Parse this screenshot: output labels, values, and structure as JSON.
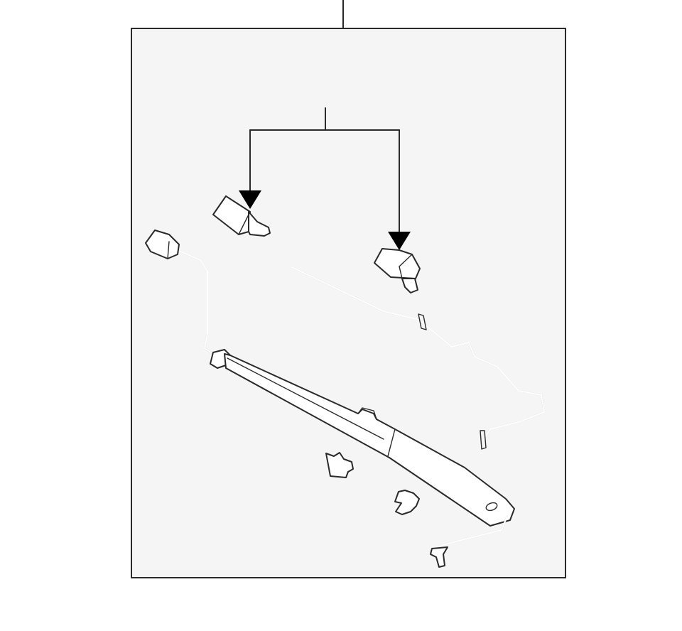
{
  "diagram": {
    "type": "parts-exploded-view",
    "colors": {
      "background": "#ffffff",
      "panel": "#f5f5f5",
      "line": "#2a2a2a",
      "part_fill": "#ffffff"
    },
    "parts": [
      "wiper-arm",
      "washer-hose",
      "washer-nozzle-left",
      "washer-nozzle-right",
      "hose-clip-upper",
      "hose-clip-lower"
    ],
    "callout_arrows": 2
  }
}
